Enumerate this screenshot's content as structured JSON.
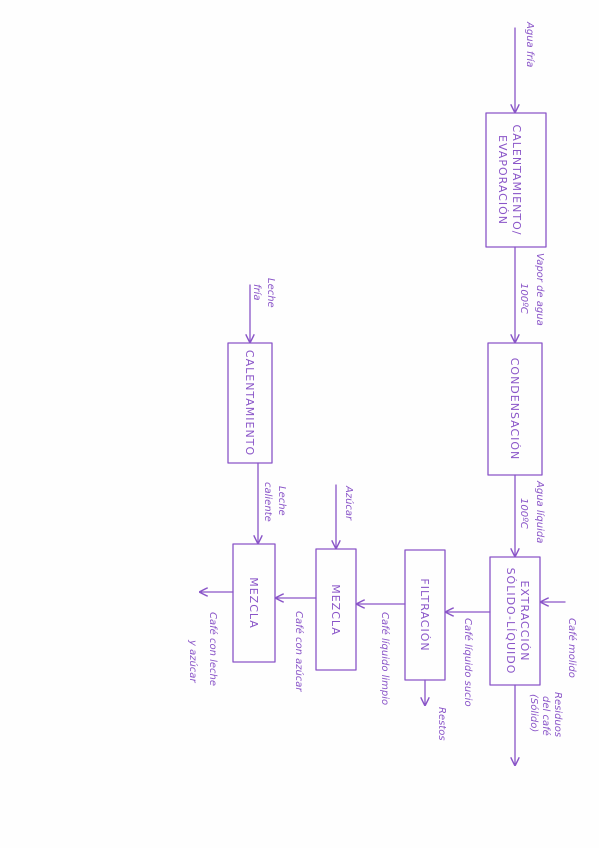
{
  "diagram": {
    "ink_color": "#8a55c8",
    "boxes": [
      {
        "id": "calentamiento-evaporacion",
        "lines": [
          "CALENTAMIENTO/",
          "EVAPORACIÓN"
        ]
      },
      {
        "id": "condensacion",
        "lines": [
          "CONDENSACIÓN"
        ]
      },
      {
        "id": "extraccion",
        "lines": [
          "EXTRACCIÓN",
          "SÓLIDO-LÍQUIDO"
        ]
      },
      {
        "id": "filtracion",
        "lines": [
          "FILTRACIÓN"
        ]
      },
      {
        "id": "mezcla-azucar",
        "lines": [
          "MEZCLA"
        ]
      },
      {
        "id": "calentamiento-leche",
        "lines": [
          "CALENTAMIENTO"
        ]
      },
      {
        "id": "mezcla-leche",
        "lines": [
          "MEZCLA"
        ]
      }
    ],
    "streams": {
      "agua_fria": [
        "Agua fría"
      ],
      "vapor": [
        "Vapor de agua",
        "100ºC"
      ],
      "agua_liquida": [
        "Agua líquida",
        "100ºC"
      ],
      "cafe_molido": [
        "Café molido"
      ],
      "residuos": [
        "Residuos",
        "del café",
        "(Sólido)"
      ],
      "cafe_sucio": [
        "Café líquido sucio"
      ],
      "restos": [
        "Restos"
      ],
      "cafe_limpio": [
        "Café líquido limpio"
      ],
      "azucar": [
        "Azúcar"
      ],
      "cafe_azucar": [
        "Café con azúcar"
      ],
      "leche_fria": [
        "Leche",
        "fría"
      ],
      "leche_caliente": [
        "Leche",
        "caliente"
      ],
      "cafe_leche_azucar": [
        "Café con leche",
        "y azúcar"
      ]
    }
  }
}
